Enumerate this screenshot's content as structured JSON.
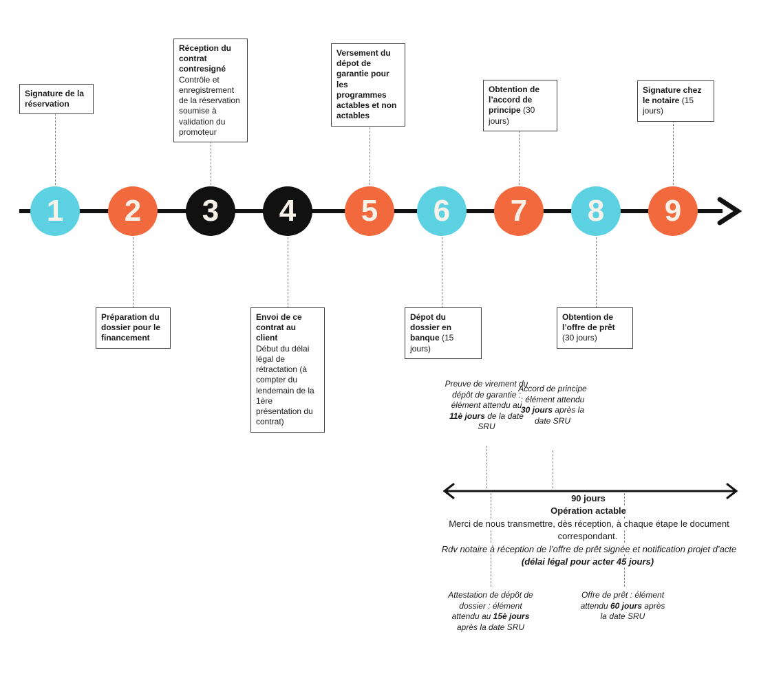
{
  "palette": {
    "cyan": "#5BD1E2",
    "orange": "#F2693E",
    "black": "#111111",
    "number_text": "#F7F2E9",
    "line": "#121212",
    "dash": "#7f7f7f",
    "box_border": "#3f3f3f"
  },
  "icons": {
    "timeline_arrow": "arrow-right",
    "range_arrow": "double-headed-arrow"
  },
  "steps": [
    {
      "number": "1",
      "color": "cyan",
      "side": "above",
      "segments": [
        {
          "t": "Signature de la réservation",
          "b": true
        }
      ]
    },
    {
      "number": "2",
      "color": "orange",
      "side": "below",
      "segments": [
        {
          "t": "Préparation du dossier pour le financement",
          "b": true
        }
      ]
    },
    {
      "number": "3",
      "color": "black",
      "side": "above",
      "segments": [
        {
          "t": "Réception du contrat contresigné",
          "b": true,
          "blk": true
        },
        {
          "t": "Contrôle et enregistrement de la réservation soumise à validation du promoteur"
        }
      ]
    },
    {
      "number": "4",
      "color": "black",
      "side": "below",
      "segments": [
        {
          "t": "Envoi de ce contrat au client",
          "b": true,
          "blk": true
        },
        {
          "t": "Début du délai légal de rétractation (à compter du lendemain de la 1ère présentation du contrat)"
        }
      ]
    },
    {
      "number": "5",
      "color": "orange",
      "side": "above",
      "segments": [
        {
          "t": "Versement du dépot de garantie pour les programmes actables et non actables",
          "b": true
        }
      ]
    },
    {
      "number": "6",
      "color": "cyan",
      "side": "below",
      "segments": [
        {
          "t": "Dépot du dossier en banque ",
          "b": true
        },
        {
          "t": "(15 jours)"
        }
      ]
    },
    {
      "number": "7",
      "color": "orange",
      "side": "above",
      "segments": [
        {
          "t": "Obtention de l’accord de principe ",
          "b": true
        },
        {
          "t": "(30 jours)"
        }
      ]
    },
    {
      "number": "8",
      "color": "cyan",
      "side": "below",
      "segments": [
        {
          "t": "Obtention de l’offre de prêt ",
          "b": true
        },
        {
          "t": "(30 jours)"
        }
      ]
    },
    {
      "number": "9",
      "color": "orange",
      "side": "above",
      "segments": [
        {
          "t": "Signature chez le notaire ",
          "b": true
        },
        {
          "t": "(15 jours)"
        }
      ]
    }
  ],
  "notes": {
    "proof_transfer": {
      "segments": [
        {
          "t": "Preuve de virement du dépôt de garantie : élément attendu au "
        },
        {
          "t": "11è jours",
          "b": true
        },
        {
          "t": " de la date SRU"
        }
      ]
    },
    "agreement_principle": {
      "segments": [
        {
          "t": "Accord de principe : élément attendu "
        },
        {
          "t": "30 jours",
          "b": true
        },
        {
          "t": " après la date SRU"
        }
      ]
    },
    "file_deposit_certificate": {
      "segments": [
        {
          "t": "Attestation de dépôt de dossier : élément attendu au "
        },
        {
          "t": "15è jours",
          "b": true
        },
        {
          "t": " après la date SRU"
        }
      ]
    },
    "loan_offer": {
      "segments": [
        {
          "t": "Offre de prêt : élément attendu "
        },
        {
          "t": "60 jours",
          "b": true
        },
        {
          "t": " après la date SRU"
        }
      ]
    }
  },
  "period": {
    "duration": "90 jours",
    "label": "Opération actable",
    "instruction": "Merci de nous transmettre, dès réception, à chaque étape le document correspondant.",
    "notary_segments": [
      {
        "t": "Rdv notaire à réception de l’offre de prêt signée et notification projet d’acte "
      },
      {
        "t": "(délai légal pour acter 45 jours)",
        "b": true
      }
    ]
  }
}
